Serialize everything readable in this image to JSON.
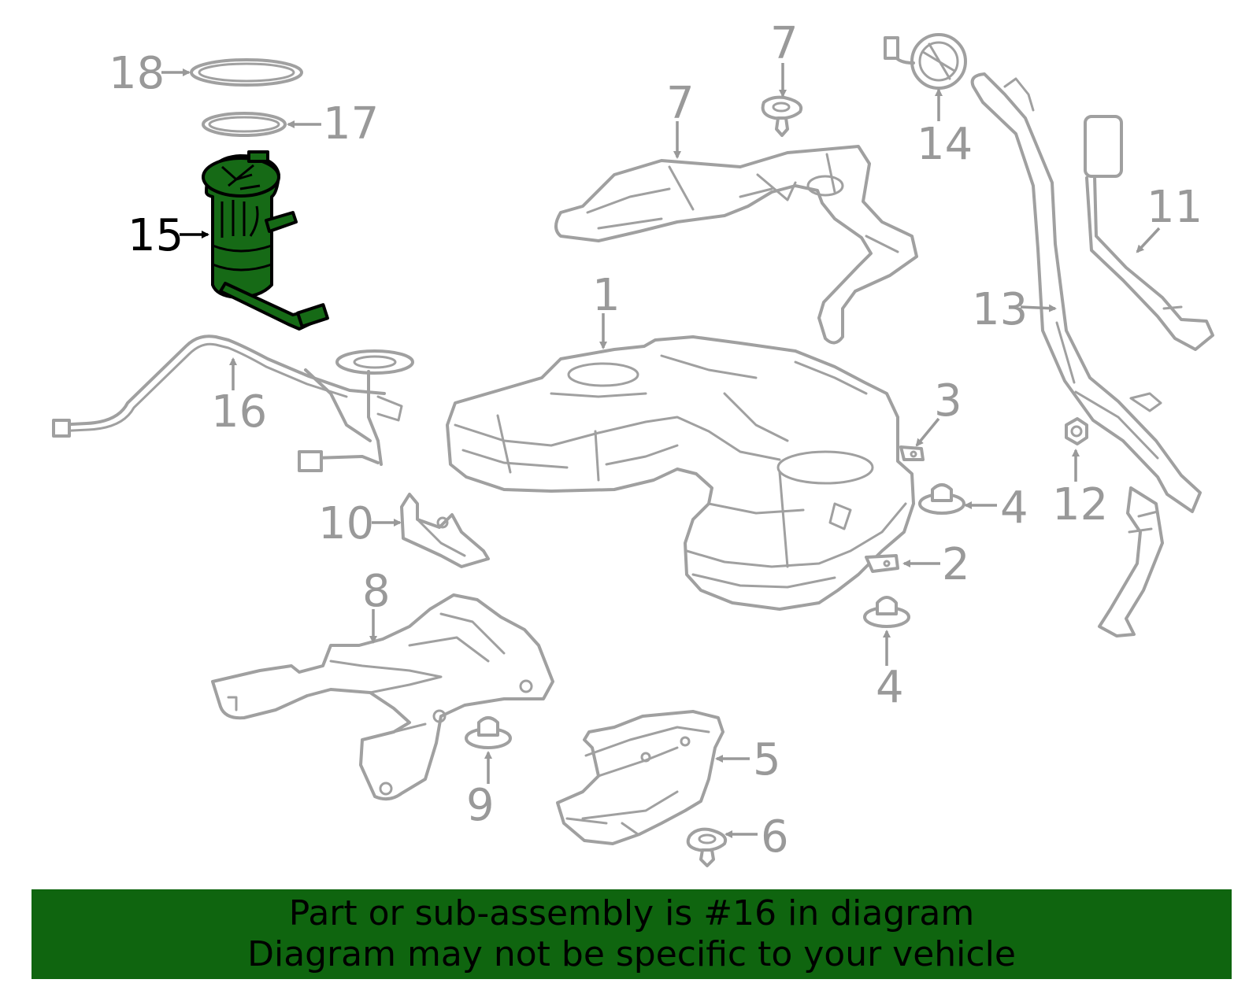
{
  "diagram": {
    "highlighted_callout": "16",
    "highlight_color": "#166a16",
    "callouts": [
      {
        "id": "c1",
        "label": "1"
      },
      {
        "id": "c2",
        "label": "2"
      },
      {
        "id": "c3",
        "label": "3"
      },
      {
        "id": "c4a",
        "label": "4"
      },
      {
        "id": "c4b",
        "label": "4"
      },
      {
        "id": "c5",
        "label": "5"
      },
      {
        "id": "c6",
        "label": "6"
      },
      {
        "id": "c7",
        "label": "7"
      },
      {
        "id": "c8",
        "label": "8"
      },
      {
        "id": "c9",
        "label": "9"
      },
      {
        "id": "c10",
        "label": "10"
      },
      {
        "id": "c11",
        "label": "11"
      },
      {
        "id": "c12",
        "label": "12"
      },
      {
        "id": "c13",
        "label": "13"
      },
      {
        "id": "c14",
        "label": "14"
      },
      {
        "id": "c15",
        "label": "15"
      },
      {
        "id": "c16",
        "label": "16"
      },
      {
        "id": "c17",
        "label": "17"
      },
      {
        "id": "c18",
        "label": "18"
      },
      {
        "id": "c19",
        "label": "19"
      }
    ]
  },
  "banner": {
    "line1": "Part or sub-assembly is #16 in diagram",
    "line2": "Diagram may not be specific to your vehicle",
    "background": "#0f650f"
  }
}
